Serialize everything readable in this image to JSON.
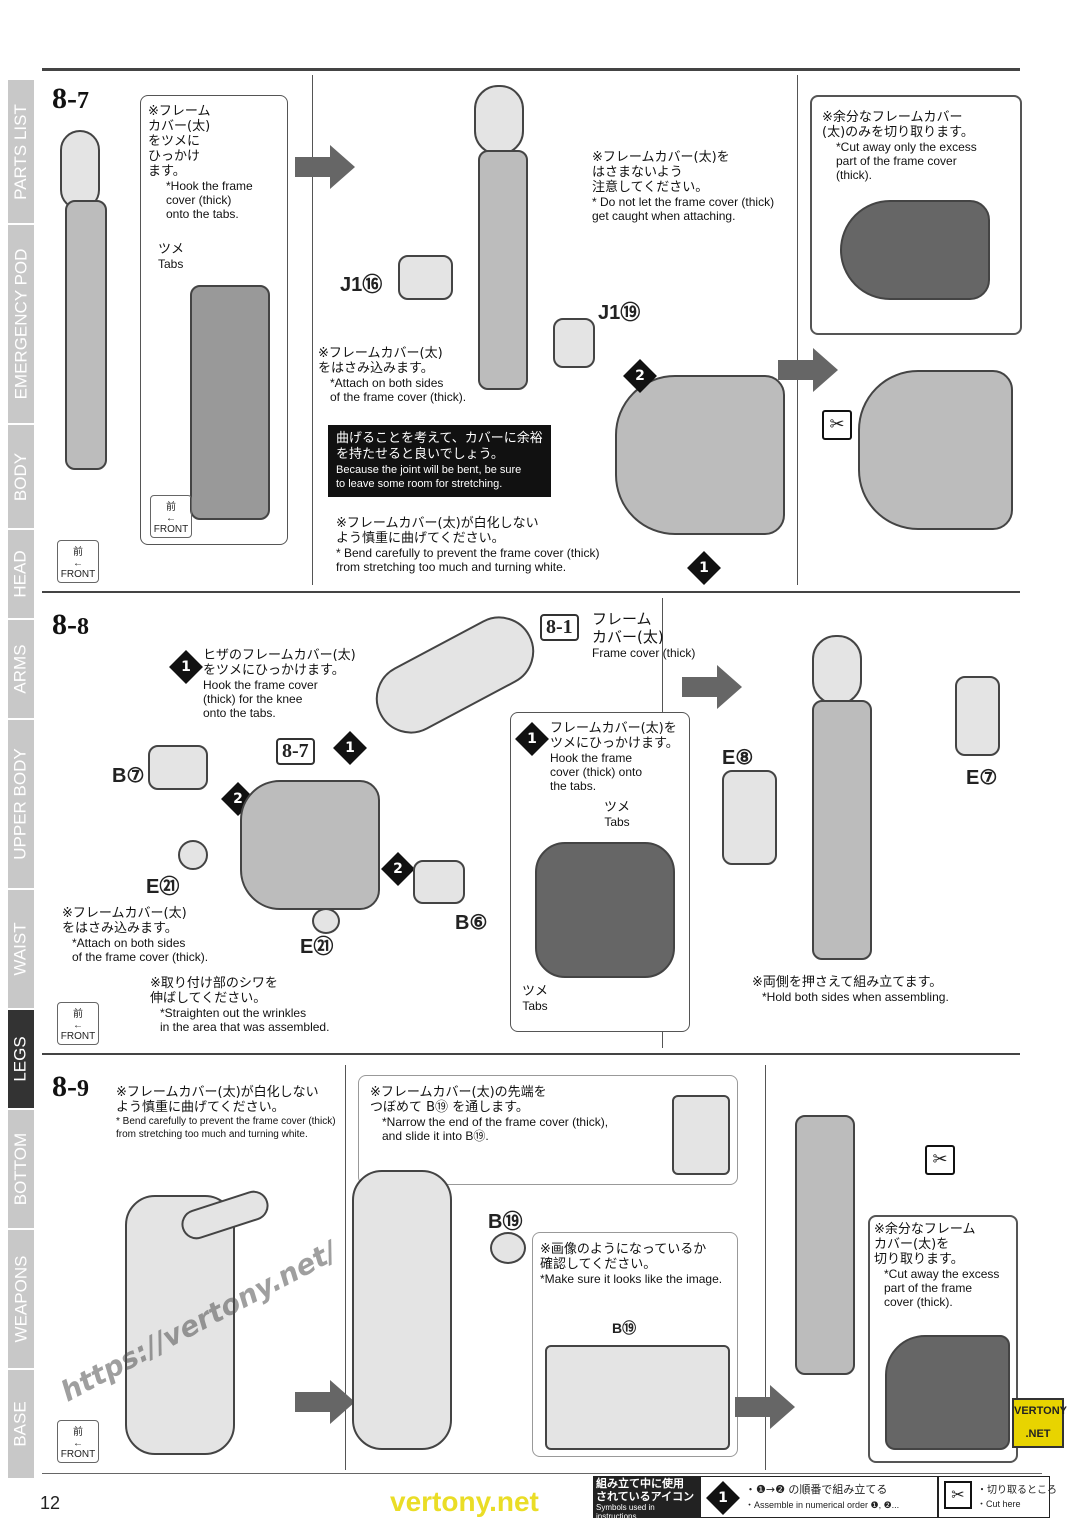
{
  "sidebar": {
    "items": [
      {
        "label": "PARTS LIST",
        "active": false
      },
      {
        "label": "EMERGENCY POD",
        "active": false
      },
      {
        "label": "BODY",
        "active": false
      },
      {
        "label": "HEAD",
        "active": false
      },
      {
        "label": "ARMS",
        "active": false
      },
      {
        "label": "UPPER BODY",
        "active": false
      },
      {
        "label": "WAIST",
        "active": false
      },
      {
        "label": "LEGS",
        "active": true
      },
      {
        "label": "BOTTOM",
        "active": false
      },
      {
        "label": "WEAPONS",
        "active": false
      },
      {
        "label": "BASE",
        "active": false
      }
    ]
  },
  "front": {
    "jp": "前",
    "en": "FRONT"
  },
  "step87": {
    "major": "8-",
    "minor": "7",
    "note1_jp": "※フレーム\nカバー(太)\nをツメに\nひっかけ\nます。",
    "note1_en": "*Hook the frame\ncover (thick)\nonto the tabs.",
    "tabs_jp": "ツメ",
    "tabs_en": "Tabs",
    "note2_jp": "※フレームカバー(太)を\nはさまないよう\n注意してください。",
    "note2_en": "* Do not let the frame cover (thick)\nget caught when attaching.",
    "part_j16": "J1⑯",
    "part_j19": "J1⑲",
    "note3_jp": "※フレームカバー(太)\nをはさみ込みます。",
    "note3_en": "*Attach on both sides\nof the frame cover (thick).",
    "black_jp": "曲げることを考えて、カバーに余裕\nを持たせると良いでしょう。",
    "black_en": "Because the joint will be bent, be sure\nto leave some room for stretching.",
    "note4_jp": "※フレームカバー(太)が白化しない\nよう慎重に曲げてください。",
    "note4_en": "* Bend carefully to prevent the frame cover (thick)\nfrom stretching too much and turning white.",
    "note5_jp": "※余分なフレームカバー\n(太)のみを切り取ります。",
    "note5_en": "*Cut away only the excess\npart of the frame cover\n(thick).",
    "n1": "1",
    "n2": "2"
  },
  "step88": {
    "major": "8-",
    "minor": "8",
    "ref81": "8-1",
    "ref87": "8-7",
    "frame_jp": "フレーム\nカバー(太)",
    "frame_en": "Frame cover (thick)",
    "note1_jp": "ヒザのフレームカバー(太)\nをツメにひっかけます。",
    "note1_en": "Hook the frame cover\n(thick) for the knee\nonto the tabs.",
    "note2_jp": "フレームカバー(太)を\nツメにひっかけます。",
    "note2_en": "Hook the frame\ncover (thick) onto\nthe tabs.",
    "tabs_jp": "ツメ",
    "tabs_en": "Tabs",
    "part_b7": "B⑦",
    "part_b6": "B⑥",
    "part_e21a": "E㉑",
    "part_e21b": "E㉑",
    "part_e8": "E⑧",
    "part_e7": "E⑦",
    "note3_jp": "※フレームカバー(太)\nをはさみ込みます。",
    "note3_en": "*Attach on both sides\nof the frame cover (thick).",
    "note4_jp": "※取り付け部のシワを\n伸ばしてください。",
    "note4_en": "*Straighten out the wrinkles\nin the area that was assembled.",
    "note5_jp": "※両側を押さえて組み立てます。",
    "note5_en": "*Hold both sides when assembling.",
    "n1": "1",
    "n2": "2"
  },
  "step89": {
    "major": "8-",
    "minor": "9",
    "note1_jp": "※フレームカバー(太)が白化しない\nよう慎重に曲げてください。",
    "note1_en": "* Bend carefully to prevent the frame cover (thick)\nfrom stretching too much and turning white.",
    "note2_jp": "※フレームカバー(太)の先端を\nつぼめて B⑲ を通します。",
    "note2_en": "*Narrow the end of the frame cover (thick),\nand slide it into B⑲.",
    "part_b19": "B⑲",
    "part_b19b": "B⑲",
    "note3_jp": "※画像のようになっているか\n確認してください。",
    "note3_en": "*Make sure it looks like the image.",
    "note4_jp": "※余分なフレーム\nカバー(太)を\n切り取ります。",
    "note4_en": "*Cut away the excess\npart of the frame\ncover (thick)."
  },
  "footer": {
    "page": "12",
    "legend_title_jp": "組み立て中に使用\nされているアイコン",
    "legend_title_en": "Symbols used in instructions",
    "legend_icon_num": "1",
    "legend1_jp": "・❶→❷ の順番で組み立てる",
    "legend1_en": "・Assemble in numerical order ❶, ❷...",
    "legend2_jp": "・切り取るところ",
    "legend2_en": "・Cut here"
  },
  "watermarks": {
    "site": "https://vertony.net/",
    "badge_top": "VERTONY",
    "badge_bottom": ".NET",
    "footer_wm": "vertony.net"
  }
}
